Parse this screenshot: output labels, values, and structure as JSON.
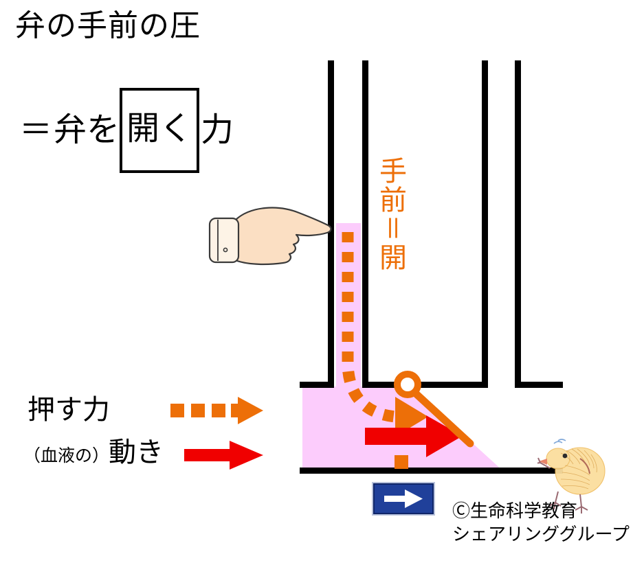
{
  "title": {
    "line1": "弁の手前の圧",
    "equation_sign": "＝",
    "equation_pre": "弁を",
    "equation_boxed": "開く",
    "equation_post": "力"
  },
  "vertical_label": {
    "text": "手前＝開",
    "color": "#ED6F08"
  },
  "legend": {
    "push_force_label": "押す力",
    "push_force_arrow": "dashed-orange-arrow-right",
    "movement_sub": "（血液の）",
    "movement_label": "動き",
    "movement_arrow": "solid-red-arrow-right"
  },
  "diagram": {
    "fluid_color": "#FCCCFC",
    "wall_color": "#000000",
    "valve_color": "#ED6F08",
    "flow_arrow_color": "#F00000",
    "pressure_arrow_color": "#ED6F08",
    "hinge_label": "valve-hinge",
    "valve_flap_label": "valve-flap-open",
    "pointing_hand": "pointing-hand-icon"
  },
  "sign": {
    "label": "blue-sign-arrow-right",
    "background": "#20409A",
    "arrow_color": "#FFFFFF"
  },
  "credit": {
    "line1": "Ⓒ生命科学教育",
    "line2": "シェアリンググループ"
  }
}
